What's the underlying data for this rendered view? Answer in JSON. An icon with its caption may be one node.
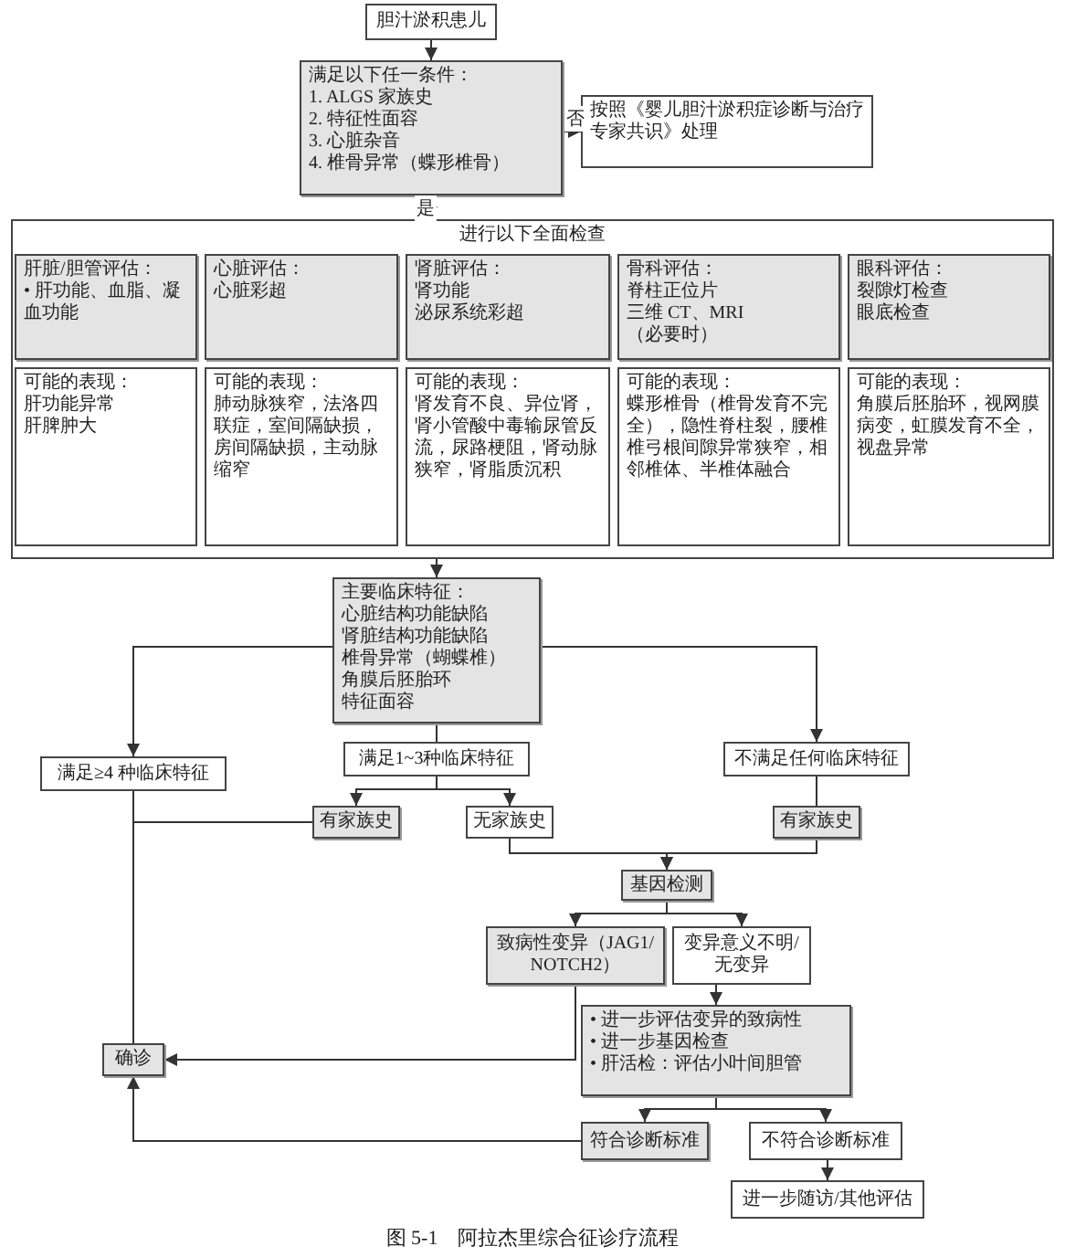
{
  "diagram": {
    "caption": "图 5-1　阿拉杰里综合征诊疗流程",
    "nodes": [
      {
        "text": [
          "胆汁淤积患儿"
        ]
      },
      {
        "text": [
          "满足以下任一条件：",
          "1. ALGS 家族史",
          "2. 特征性面容",
          "3. 心脏杂音",
          "4. 椎骨异常（蝶形椎骨）"
        ]
      },
      {
        "text": [
          "按照《婴儿胆汁淤积症诊断与治疗专家共识》处理"
        ]
      },
      {
        "text": [
          "进行以下全面检查"
        ]
      },
      {
        "text": [
          "肝脏/胆管评估：",
          "• 肝功能、血脂、凝血功能"
        ],
        "in": 3
      },
      {
        "text": [
          "心脏评估：",
          "心脏彩超"
        ],
        "in": 3
      },
      {
        "text": [
          "肾脏评估：",
          "肾功能",
          "泌尿系统彩超"
        ],
        "in": 3
      },
      {
        "text": [
          "骨科评估：",
          "脊柱正位片",
          "三维 CT、MRI",
          "（必要时）"
        ],
        "in": 3
      },
      {
        "text": [
          "眼科评估：",
          "裂隙灯检查",
          "眼底检查"
        ],
        "in": 3
      },
      {
        "text": [
          "可能的表现：",
          "肝功能异常",
          "肝脾肿大"
        ],
        "in": 3
      },
      {
        "text": [
          "可能的表现：",
          "肺动脉狭窄，法洛四联症，室间隔缺损，房间隔缺损，主动脉缩窄"
        ],
        "in": 3
      },
      {
        "text": [
          "可能的表现：",
          "肾发育不良、异位肾，肾小管酸中毒输尿管反流，尿路梗阻，肾动脉狭窄，肾脂质沉积"
        ],
        "in": 3
      },
      {
        "text": [
          "可能的表现：",
          "蝶形椎骨（椎骨发育不完全），隐性脊柱裂，腰椎椎弓根间隙异常狭窄，相邻椎体、半椎体融合"
        ],
        "in": 3
      },
      {
        "text": [
          "可能的表现：",
          "角膜后胚胎环，视网膜病变，虹膜发育不全，视盘异常"
        ],
        "in": 3
      },
      {
        "text": [
          "主要临床特征：",
          "心脏结构功能缺陷",
          "肾脏结构功能缺陷",
          "椎骨异常（蝴蝶椎）",
          "角膜后胚胎环",
          "特征面容"
        ]
      },
      {
        "text": [
          "满足≥4 种临床特征"
        ]
      },
      {
        "text": [
          "满足1~3种临床特征"
        ]
      },
      {
        "text": [
          "不满足任何临床特征"
        ]
      },
      {
        "text": [
          "有家族史"
        ]
      },
      {
        "text": [
          "无家族史"
        ]
      },
      {
        "text": [
          "有家族史"
        ]
      },
      {
        "text": [
          "基因检测"
        ]
      },
      {
        "text": [
          "致病性变异（JAG1/NOTCH2）"
        ]
      },
      {
        "text": [
          "变异意义不明/无变异"
        ]
      },
      {
        "text": [
          "• 进一步评估变异的致病性",
          "• 进一步基因检查",
          "• 肝活检：评估小叶间胆管"
        ]
      },
      {
        "text": [
          "确诊"
        ]
      },
      {
        "text": [
          "符合诊断标准"
        ]
      },
      {
        "text": [
          "不符合诊断标准"
        ]
      },
      {
        "text": [
          "进一步随访/其他评估"
        ]
      }
    ],
    "edges": [
      {
        "from": 0,
        "to": 1,
        "arrow": "to"
      },
      {
        "from": 1,
        "to": 2,
        "arrow": "to",
        "label": "否"
      },
      {
        "from": 1,
        "to": 3,
        "arrow": "to",
        "label": "是"
      },
      {
        "from": 3,
        "to": 14,
        "arrow": "to"
      },
      {
        "from": 14,
        "to": 15,
        "arrow": "to"
      },
      {
        "from": 14,
        "to": 16,
        "arrow": "none"
      },
      {
        "from": 14,
        "to": 17,
        "arrow": "to"
      },
      {
        "from": 16,
        "to": 18,
        "arrow": "to"
      },
      {
        "from": 16,
        "to": 19,
        "arrow": "to"
      },
      {
        "from": 15,
        "to": 25,
        "arrow": "none"
      },
      {
        "from": 18,
        "to": 25,
        "arrow": "none"
      },
      {
        "from": 17,
        "to": 20,
        "arrow": "none"
      },
      {
        "from": 19,
        "to": 21,
        "arrow": "to"
      },
      {
        "from": 20,
        "to": 21,
        "arrow": "to"
      },
      {
        "from": 21,
        "to": 22,
        "arrow": "to"
      },
      {
        "from": 21,
        "to": 23,
        "arrow": "to"
      },
      {
        "from": 22,
        "to": 25,
        "arrow": "to"
      },
      {
        "from": 23,
        "to": 24,
        "arrow": "to"
      },
      {
        "from": 24,
        "to": 26,
        "arrow": "to"
      },
      {
        "from": 24,
        "to": 27,
        "arrow": "to"
      },
      {
        "from": 26,
        "to": 25,
        "arrow": "to"
      },
      {
        "from": 27,
        "to": 28,
        "arrow": "to"
      }
    ]
  }
}
